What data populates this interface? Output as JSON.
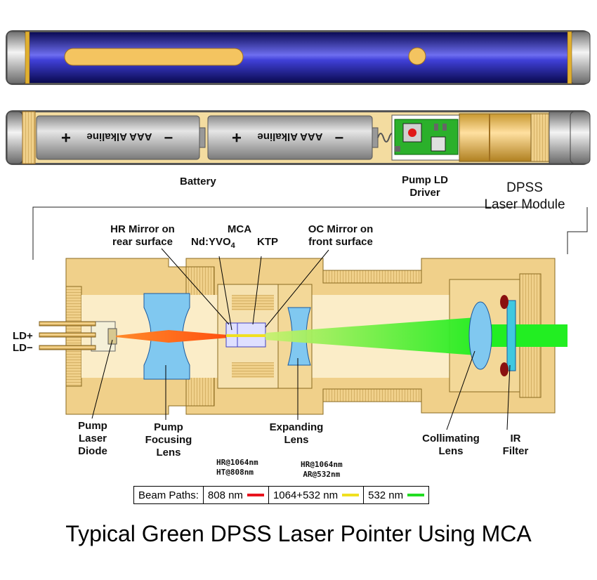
{
  "labels": {
    "battery": "Battery",
    "pump_ld_driver_1": "Pump LD",
    "pump_ld_driver_2": "Driver",
    "dpss_module_1": "DPSS",
    "dpss_module_2": "Laser Module",
    "hr_mirror_1": "HR Mirror on",
    "hr_mirror_2": "rear surface",
    "mca": "MCA",
    "ndyvo4_prefix": "Nd:YVO",
    "ndyvo4_sub": "4",
    "ktp": "KTP",
    "oc_mirror_1": "OC Mirror on",
    "oc_mirror_2": "front surface",
    "ld_plus": "LD+",
    "ld_minus": "LD−",
    "pump_diode_1": "Pump",
    "pump_diode_2": "Laser",
    "pump_diode_3": "Diode",
    "pump_lens_1": "Pump",
    "pump_lens_2": "Focusing",
    "pump_lens_3": "Lens",
    "expanding_1": "Expanding",
    "expanding_2": "Lens",
    "collimating_1": "Collimating",
    "collimating_2": "Lens",
    "ir_1": "IR",
    "ir_2": "Filter",
    "coat1_1": "HR@1064nm",
    "coat1_2": "HT@808nm",
    "coat2_1": "HR@1064nm",
    "coat2_2": "AR@532nm"
  },
  "battery_text": {
    "plus": "+",
    "minus": "−",
    "name": "AAA Alkaline"
  },
  "legend": {
    "title": "Beam Paths:",
    "items": [
      {
        "label": "808 nm",
        "color": "#e8141e"
      },
      {
        "label": "1064+532 nm",
        "color": "#f0e020"
      },
      {
        "label": "532 nm",
        "color": "#22dd22"
      }
    ]
  },
  "caption": "Typical Green DPSS Laser Pointer Using MCA",
  "colors": {
    "barrel_blue": "#2a2ad0",
    "brass": "#f0d08a",
    "brass_dark": "#c8a040",
    "lens_blue": "#80c8f0",
    "pump_beam": "#ff6a1a",
    "green_beam": "#22ee22",
    "pcb_green": "#22aa22"
  }
}
